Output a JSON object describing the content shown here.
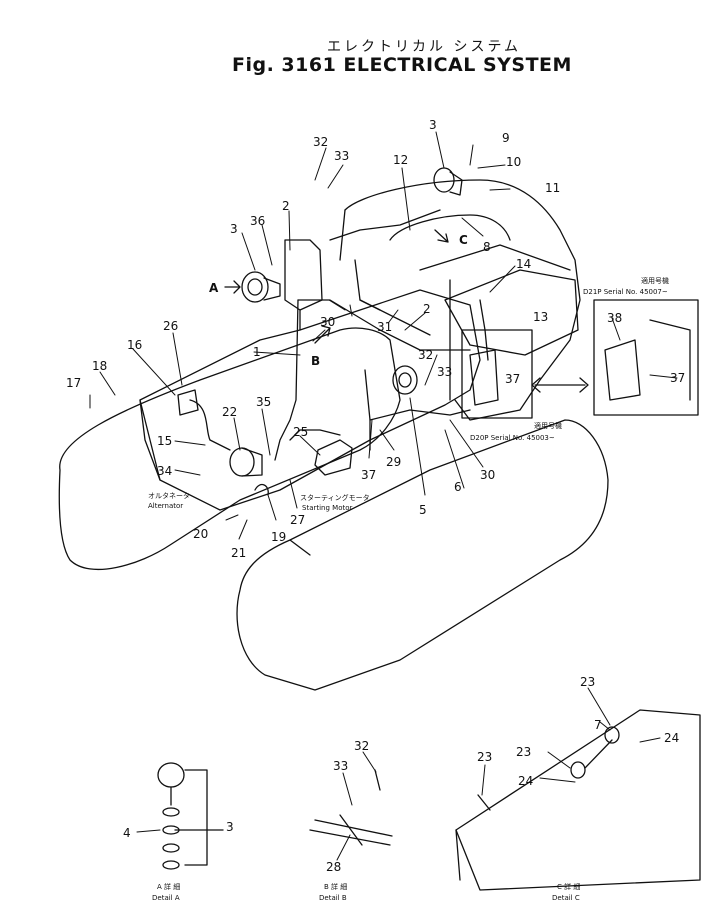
{
  "title": {
    "japanese": "エレクトリカル システム",
    "english": "Fig. 3161 ELECTRICAL SYSTEM"
  },
  "part_numbers": {
    "p1": "1",
    "p2a": "2",
    "p2b": "2",
    "p3a": "3",
    "p3b": "3",
    "p3c": "3",
    "p4": "4",
    "p5": "5",
    "p6": "6",
    "p7": "7",
    "p8": "8",
    "p9": "9",
    "p10": "10",
    "p11": "11",
    "p12": "12",
    "p13": "13",
    "p14": "14",
    "p15": "15",
    "p16": "16",
    "p17": "17",
    "p18": "18",
    "p19": "19",
    "p20": "20",
    "p21": "21",
    "p22": "22",
    "p23a": "23",
    "p23b": "23",
    "p23c": "23",
    "p24a": "24",
    "p24b": "24",
    "p25": "25",
    "p26": "26",
    "p27": "27",
    "p28": "28",
    "p29": "29",
    "p30a": "30",
    "p30b": "30",
    "p31": "31",
    "p32a": "32",
    "p32b": "32",
    "p32c": "32",
    "p33a": "33",
    "p33b": "33",
    "p33c": "33",
    "p34": "34",
    "p35": "35",
    "p36": "36",
    "p37a": "37",
    "p37b": "37",
    "p37c": "37",
    "p38": "38"
  },
  "detail_arrows": {
    "a": "A",
    "b": "B",
    "c": "C"
  },
  "component_labels": {
    "alternator_jp": "オルタネータ",
    "alternator": "Alternator",
    "starting_motor_jp": "スターティングモータ",
    "starting_motor": "Starting Motor"
  },
  "serials": {
    "d21p_jp": "適用号機",
    "d21p": "D21P  Serial  No. 45007~",
    "d20p_jp": "適用号機",
    "d20p": "D20P  Serial  No. 45003~"
  },
  "details": {
    "a_jp": "A 詳 細",
    "a": "Detail  A",
    "b_jp": "B 詳 細",
    "b": "Detail  B",
    "c_jp": "C 詳 細",
    "c": "Detail  C"
  }
}
